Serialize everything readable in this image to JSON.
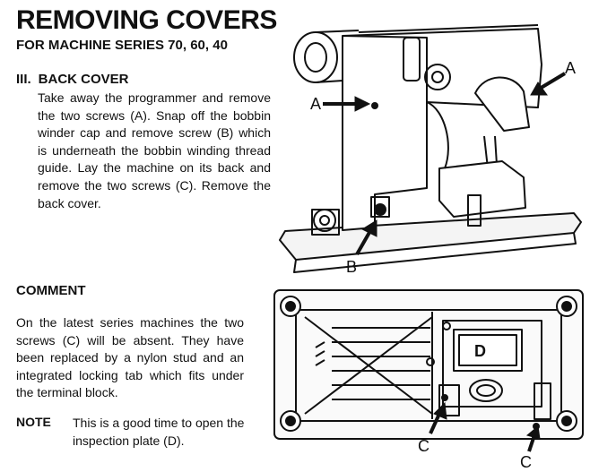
{
  "header": {
    "title": "REMOVING COVERS",
    "subtitle": "FOR MACHINE SERIES 70, 60, 40"
  },
  "back_cover": {
    "number": "III.",
    "heading": "BACK COVER",
    "text": "Take away the programmer and remove the two screws (A). Snap off the bobbin winder cap and remove screw (B) which is underneath the bobbin winding thread guide. Lay the machine on its back and remove the two screws (C). Remove the back cover."
  },
  "comment": {
    "heading": "COMMENT",
    "text": "On the latest series machines the two screws (C) will be absent. They have been replaced by a nylon stud and an integrated locking tab which fits under the terminal block."
  },
  "note": {
    "label": "NOTE",
    "text": "This is a good time to open the inspection plate (D)."
  },
  "figure_labels": {
    "a_left": "A",
    "a_right": "A",
    "b": "B",
    "c_left": "C",
    "c_right": "C",
    "d": "D"
  }
}
